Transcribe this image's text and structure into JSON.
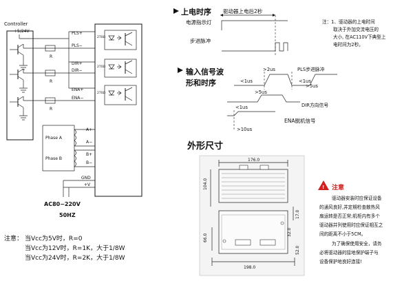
{
  "wiring": {
    "controller": "Controller",
    "vcc": "+5/24V",
    "r": "R",
    "pins": [
      "PLS+",
      "PLS−",
      "DIR+",
      "DIR−",
      "ENA+",
      "ENA−"
    ],
    "res": "270Ω",
    "phase_a": "Phase A",
    "phase_b": "Phase B",
    "motor_pins": [
      "A+",
      "A−",
      "B+",
      "B−"
    ],
    "gnd": "GND",
    "vplus": "+V",
    "supply": "AC80−220V",
    "freq": "50HZ"
  },
  "notes": {
    "prefix": "注意：",
    "line1": "当Vcc为5V时，R=0",
    "line2": "当Vcc为12V时，R=1K，大于1/8W",
    "line3": "当Vcc为24V时，R=2K，大于1/8W"
  },
  "power_timing": {
    "title": "上电时序",
    "driver_after": "驱动器上电后2秒",
    "power_lamp": "电源指示灯",
    "step_pulse": "步进脉冲",
    "note_l1": "注：1、驱动器的上电时间",
    "note_l2": "取决于外加交流电压的",
    "note_l3": "大小, 在AC110V下典型上",
    "note_l4": "电时间为2秒。"
  },
  "input_timing": {
    "title_l1": "输入信号波",
    "title_l2": "形和时序",
    "gt2us": ">2us",
    "pls_label": "PLS步进脉冲",
    "lt1us_a": "<1us",
    "lt1us_b": "<1us",
    "lt1us_c": "<1us",
    "gt5us_a": ">5us",
    "gt5us_b": ">5us",
    "dir_label": "DIR方向信号",
    "ena_label": "ENA脱机信号",
    "gt10us": ">10us"
  },
  "outline": {
    "title": "外形尺寸",
    "w_top": "176.0",
    "h_left": "104.0",
    "dim_17": "17.0",
    "dim_66": "66.0",
    "dim_32": "32.0",
    "dim_52": "52.0",
    "w_bottom": "198.0"
  },
  "caution": {
    "title": "注意",
    "lines": [
      "驱动器安装时应保证设备",
      "的通风良好,并定期检查散热风",
      "扇运转是否正常;机柜内有多个",
      "驱动器并列使用时应保证相互之",
      "间的距离不小于5CM。",
      "为了确保使用安全，请务",
      "必将驱动器的接地保护端子与",
      "设备保护地良好连接!"
    ]
  }
}
